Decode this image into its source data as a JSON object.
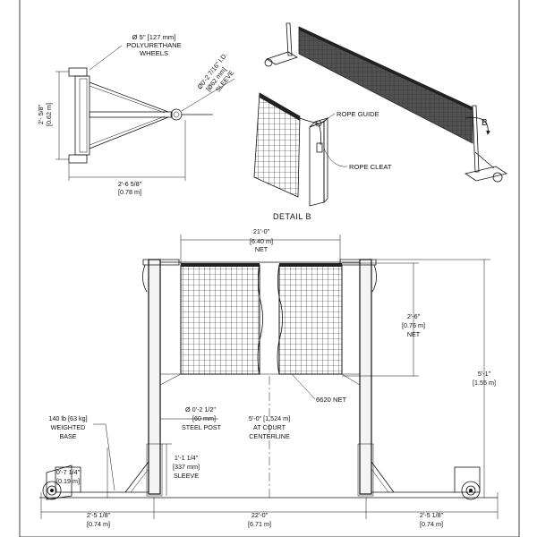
{
  "top_view": {
    "wheel_label_1": "Ø 5\" [127 mm]",
    "wheel_label_2": "POLYURETHANE",
    "wheel_label_3": "WHEELS",
    "height_dim_1": "2'- 5/8\"",
    "height_dim_2": "[0.62 m]",
    "width_dim_1": "2'-6 5/8\"",
    "width_dim_2": "[0.78 m]",
    "sleeve_label_1": "Ø0'-2 7/16\" I.D.",
    "sleeve_label_2": "[Ø62 mm]",
    "sleeve_label_3": "SLEEVE"
  },
  "detail_b": {
    "title": "DETAIL  B",
    "rope_guide": "ROPE GUIDE",
    "rope_cleat": "ROPE CLEAT"
  },
  "iso_view": {
    "view_letter": "B"
  },
  "front_view": {
    "net_width_1": "21'-0\"",
    "net_width_2": "[6.40 m]",
    "net_width_3": "NET",
    "net_height_1": "2'-6\"",
    "net_height_2": "[0.76 m]",
    "net_height_3": "NET",
    "total_height_1": "5'-1\"",
    "total_height_2": "[1.55 m]",
    "net_model": "6620 NET",
    "post_dia_1": "Ø 0'-2 1/2\"",
    "post_dia_2": "[60 mm]",
    "post_dia_3": "STEEL POST",
    "center_1": "5'-0\" [1.524 m]",
    "center_2": "AT COURT",
    "center_3": "CENTERLINE",
    "base_1": "140 lb [63 kg]",
    "base_2": "WEIGHTED",
    "base_3": "BASE",
    "sleeve_1": "1'-1 1/4\"",
    "sleeve_2": "[337 mm]",
    "sleeve_3": "SLEEVE",
    "base_h_1": "0'-7 1/4\"",
    "base_h_2": "[0.19 m]",
    "left_dim_1": "2'-5 1/8\"",
    "left_dim_2": "[0.74 m]",
    "mid_dim_1": "22'-0\"",
    "mid_dim_2": "[6.71 m]",
    "right_dim_1": "2'-5 1/8\"",
    "right_dim_2": "[0.74 m]"
  }
}
